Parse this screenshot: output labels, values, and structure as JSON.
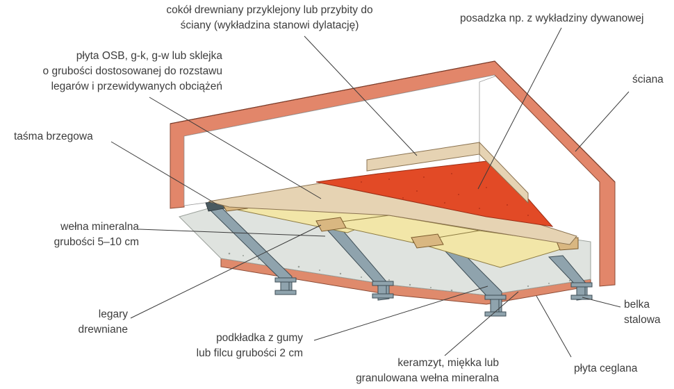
{
  "labels": {
    "cokol": [
      "cokół drewniany przyklejony lub przybity do",
      "ściany (wykładzina stanowi dylatację)"
    ],
    "posadzka": [
      "posadzka np. z wykładziny dywanowej"
    ],
    "plyta_osb": [
      "płyta OSB, g-k, g-w lub sklejka",
      "o grubości dostosowanej do rozstawu",
      "legarów i przewidywanych obciążeń"
    ],
    "sciana": [
      "ściana"
    ],
    "tasma": [
      "taśma brzegowa"
    ],
    "welna": [
      "wełna mineralna",
      "grubości 5–10 cm"
    ],
    "legary": [
      "legary",
      "drewniane"
    ],
    "podkladka": [
      "podkładka z gumy",
      "lub filcu grubości 2 cm"
    ],
    "keramzyt": [
      "keramzyt, miękka lub",
      "granulowana wełna mineralna"
    ],
    "belka": [
      "belka",
      "stalowa"
    ],
    "plyta_ceglana": [
      "płyta ceglana"
    ]
  },
  "colors": {
    "wall": "#e2866a",
    "wall_inner": "#ffffff",
    "carpet": "#e24a26",
    "board": "#e6d3b3",
    "wool": "#f2e6a8",
    "joist": "#d9b781",
    "concrete": "#dfe3df",
    "brick": "#df8a6c",
    "steel": "#8fa3ad",
    "leader": "#3a3a3a"
  }
}
